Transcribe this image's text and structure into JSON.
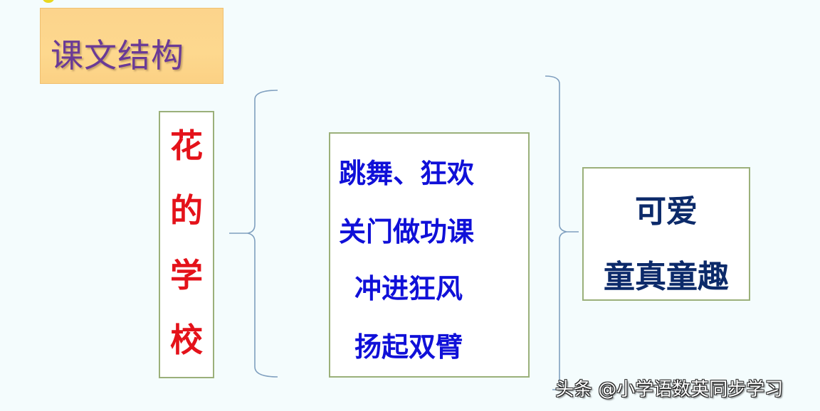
{
  "title": {
    "text": "课文结构"
  },
  "topic": {
    "chars": [
      "花",
      "的",
      "学",
      "校"
    ]
  },
  "events": {
    "lines": [
      "跳舞、狂欢",
      "关门做功课",
      "冲进狂风",
      "扬起双臂"
    ]
  },
  "summary": {
    "lines": [
      "可爱",
      "童真童趣"
    ]
  },
  "watermark": {
    "text": "头条 @小学语数英同步学习"
  },
  "colors": {
    "background": "#f4fcfd",
    "title_bg": "#fdd88e",
    "title_text": "#6a3a96",
    "topic_text": "#e4121a",
    "events_text": "#1010d8",
    "summary_text": "#0c2a6a",
    "box_border": "#9bb07a",
    "bracket": "#7f9fbf"
  }
}
